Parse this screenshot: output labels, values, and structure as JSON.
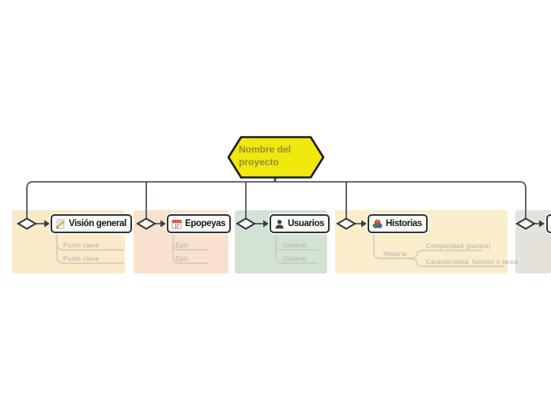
{
  "colors": {
    "hexagon_fill": "#EFE70D",
    "hexagon_text": "#93902A",
    "connector_dark": "#4F555B",
    "connector_light": "#CBC8BC",
    "subitem_text": "#AFACA1",
    "node_border": "#2E3237"
  },
  "root": {
    "label": "Nombre del proyecto"
  },
  "branches": [
    {
      "label": "Visión general",
      "icon": "document-pencil-icon",
      "panel_color": "#FBEACA",
      "children": [
        {
          "label": "Punto clave"
        },
        {
          "label": "Punto clave"
        }
      ]
    },
    {
      "label": "Epopeyas",
      "icon": "calendar-icon",
      "icon_day": "17",
      "panel_color": "#F9E2CD",
      "children": [
        {
          "label": "Epic"
        },
        {
          "label": "Epic"
        }
      ]
    },
    {
      "label": "Usuarios",
      "icon": "person-icon",
      "panel_color": "#D2E3D3",
      "children": [
        {
          "label": "Usuario"
        },
        {
          "label": "Usuario"
        }
      ]
    },
    {
      "label": "Historias",
      "icon": "stack-icon",
      "panel_color": "#FAEDCB",
      "children": [
        {
          "label": "Historia",
          "children": [
            {
              "label": "Complejidad (puntos)"
            },
            {
              "label": "Característica, función o tarea"
            }
          ]
        }
      ]
    },
    {
      "label": "",
      "icon": "",
      "panel_color": "#E5E2DB",
      "children": []
    }
  ]
}
